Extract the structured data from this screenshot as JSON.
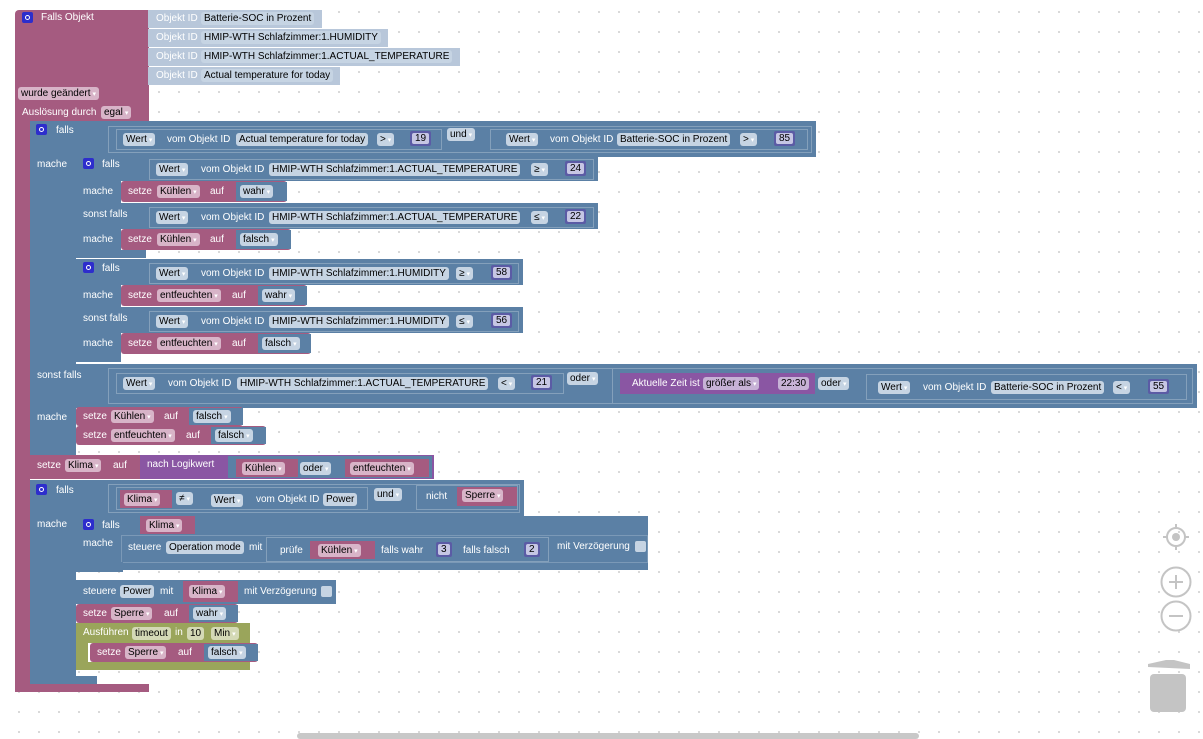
{
  "trigger": {
    "title": "Falls Objekt",
    "objid_label": "Objekt ID",
    "objects": [
      "Batterie-SOC in Prozent",
      "HMIP-WTH Schlafzimmer:1.HUMIDITY",
      "HMIP-WTH Schlafzimmer:1.ACTUAL_TEMPERATURE",
      "Actual temperature for today"
    ],
    "condition": "wurde geändert",
    "ack_label": "Auslösung durch",
    "ack_value": "egal"
  },
  "words": {
    "falls": "falls",
    "mache": "mache",
    "sonst_falls": "sonst falls",
    "wert": "Wert",
    "vom_objekt": "vom Objekt ID",
    "setze": "setze",
    "auf": "auf",
    "und": "und",
    "oder": "oder",
    "nicht": "nicht",
    "steuere": "steuere",
    "mit": "mit",
    "verzoegerung": "mit Verzögerung",
    "pruefe": "prüfe",
    "falls_wahr": "falls wahr",
    "falls_falsch": "falls falsch",
    "nach_logikwert": "nach Logikwert",
    "ausfuehren": "Ausführen",
    "in": "in",
    "aktuelle_zeit": "Aktuelle Zeit ist"
  },
  "if1": {
    "cond_a": {
      "object": "Actual temperature for today",
      "op": ">",
      "value": "19"
    },
    "cond_b": {
      "object": "Batterie-SOC in Prozent",
      "op": ">",
      "value": "85"
    },
    "inner1": {
      "if_cond": {
        "object": "HMIP-WTH Schlafzimmer:1.ACTUAL_TEMPERATURE",
        "op": "≥",
        "value": "24"
      },
      "if_set": {
        "var": "Kühlen",
        "value": "wahr"
      },
      "elif_cond": {
        "object": "HMIP-WTH Schlafzimmer:1.ACTUAL_TEMPERATURE",
        "op": "≤",
        "value": "22"
      },
      "elif_set": {
        "var": "Kühlen",
        "value": "falsch"
      }
    },
    "inner2": {
      "if_cond": {
        "object": "HMIP-WTH Schlafzimmer:1.HUMIDITY",
        "op": "≥",
        "value": "58"
      },
      "if_set": {
        "var": "entfeuchten",
        "value": "wahr"
      },
      "elif_cond": {
        "object": "HMIP-WTH Schlafzimmer:1.HUMIDITY",
        "op": "≤",
        "value": "56"
      },
      "elif_set": {
        "var": "entfeuchten",
        "value": "falsch"
      }
    },
    "elif": {
      "cond_a": {
        "object": "HMIP-WTH Schlafzimmer:1.ACTUAL_TEMPERATURE",
        "op": "<",
        "value": "21"
      },
      "time_op": "größer als",
      "time_value": "22:30",
      "cond_c": {
        "object": "Batterie-SOC in Prozent",
        "op": "<",
        "value": "55"
      }
    },
    "elif_set1": {
      "var": "Kühlen",
      "value": "falsch"
    },
    "elif_set2": {
      "var": "entfeuchten",
      "value": "falsch"
    }
  },
  "klima_set": {
    "var": "Klima",
    "a": "Kühlen",
    "b": "entfeuchten"
  },
  "if2": {
    "var": "Klima",
    "op": "≠",
    "object": "Power",
    "not_var": "Sperre",
    "inner_var": "Klima",
    "control1": {
      "target": "Operation mode",
      "check_var": "Kühlen",
      "true_val": "3",
      "false_val": "2"
    },
    "control2": {
      "target": "Power",
      "var": "Klima"
    },
    "set_lock": {
      "var": "Sperre",
      "value": "wahr"
    },
    "timeout": {
      "name": "timeout",
      "value": "10",
      "unit": "Min"
    },
    "set_unlock": {
      "var": "Sperre",
      "value": "falsch"
    }
  },
  "workspace": {
    "icons": [
      "recenter-icon",
      "zoom-in-icon",
      "zoom-out-icon",
      "trash-icon"
    ]
  }
}
